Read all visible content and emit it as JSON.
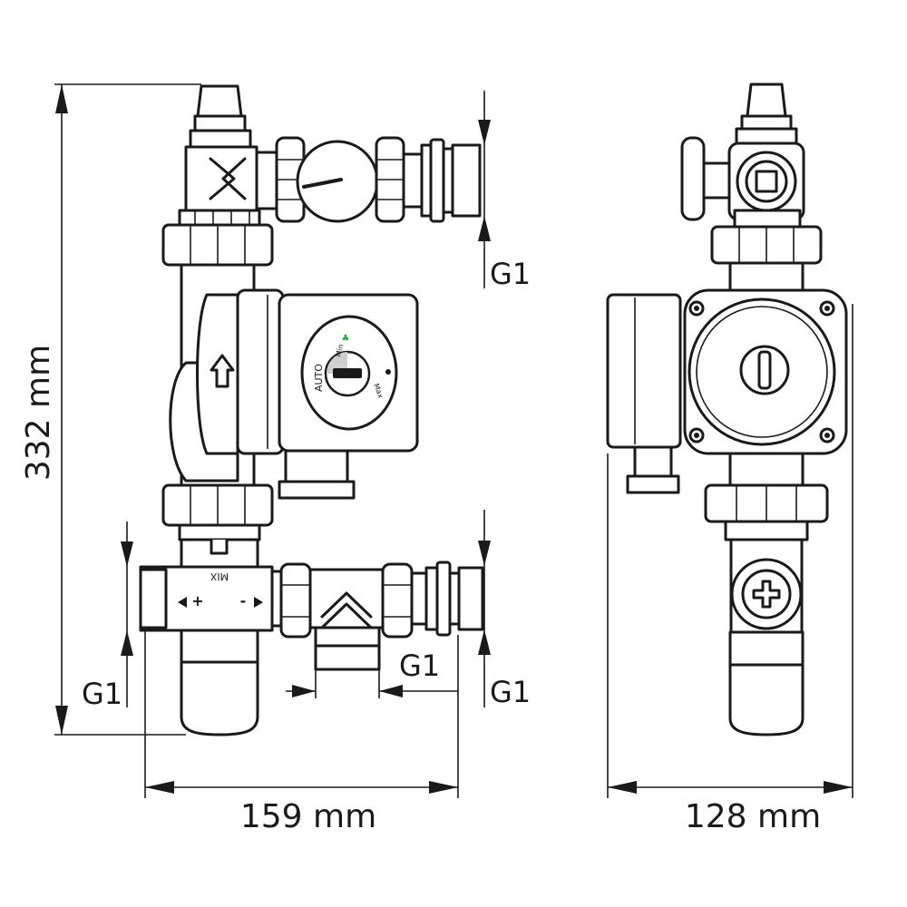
{
  "dimensions": {
    "height": "332 mm",
    "width_front": "159 mm",
    "width_side": "128 mm"
  },
  "connections": {
    "top_right": "G1",
    "bottom_left": "G1",
    "bottom_middle": "G1",
    "bottom_right": "G1"
  },
  "pump": {
    "mode": "AUTO",
    "min": "Min",
    "max": "Max"
  },
  "mixing_valve": {
    "label": "MIX",
    "plus": "+",
    "minus": "-"
  }
}
